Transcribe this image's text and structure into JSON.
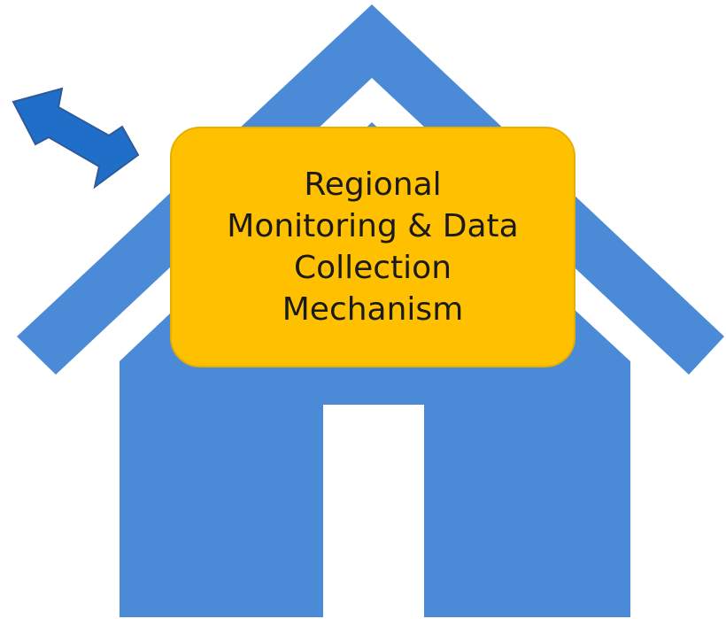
{
  "diagram": {
    "label_lines": [
      "Regional",
      "Monitoring & Data",
      "Collection",
      "Mechanism"
    ]
  },
  "colors": {
    "house": "#4a8ad6",
    "door": "#ffffff",
    "label_box": "#ffc000",
    "arrow_fill": "#1f6fc8",
    "arrow_stroke": "#2c5a9a"
  },
  "icons": {
    "house": "house-icon",
    "arrow": "double-headed-arrow-icon"
  }
}
